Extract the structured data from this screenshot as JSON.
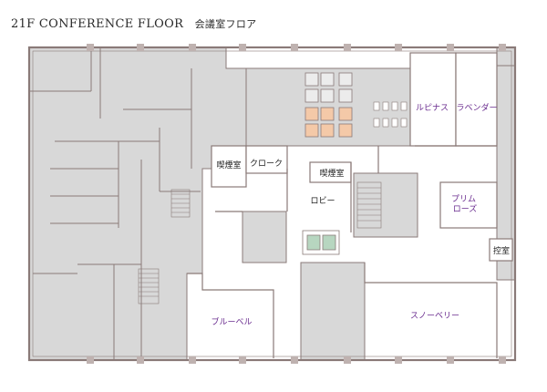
{
  "title": {
    "floor": "21F",
    "name": "CONFERENCE FLOOR",
    "jp": "会議室フロア"
  },
  "colors": {
    "wall": "#8a7a78",
    "service_fill": "#d8d8d8",
    "open_fill": "#ffffff",
    "room_label": "#6a2c8f",
    "facility_label": "#222222",
    "elevator_fill": "#f4c9a8",
    "elevator_cab": "#b7d6c0"
  },
  "rooms": [
    {
      "id": "lupinus",
      "label": "ルピナス"
    },
    {
      "id": "lavender",
      "label": "ラベンダー"
    },
    {
      "id": "primrose",
      "label": "プリム\nローズ"
    },
    {
      "id": "bluebell",
      "label": "ブルーベル"
    },
    {
      "id": "snowberry",
      "label": "スノーベリー"
    }
  ],
  "facilities": [
    {
      "id": "smoking-room-1",
      "label": "喫煙室"
    },
    {
      "id": "cloak",
      "label": "クローク"
    },
    {
      "id": "smoking-room-2",
      "label": "喫煙室"
    },
    {
      "id": "lobby",
      "label": "ロビー"
    },
    {
      "id": "waiting-room",
      "label": "控室"
    }
  ]
}
